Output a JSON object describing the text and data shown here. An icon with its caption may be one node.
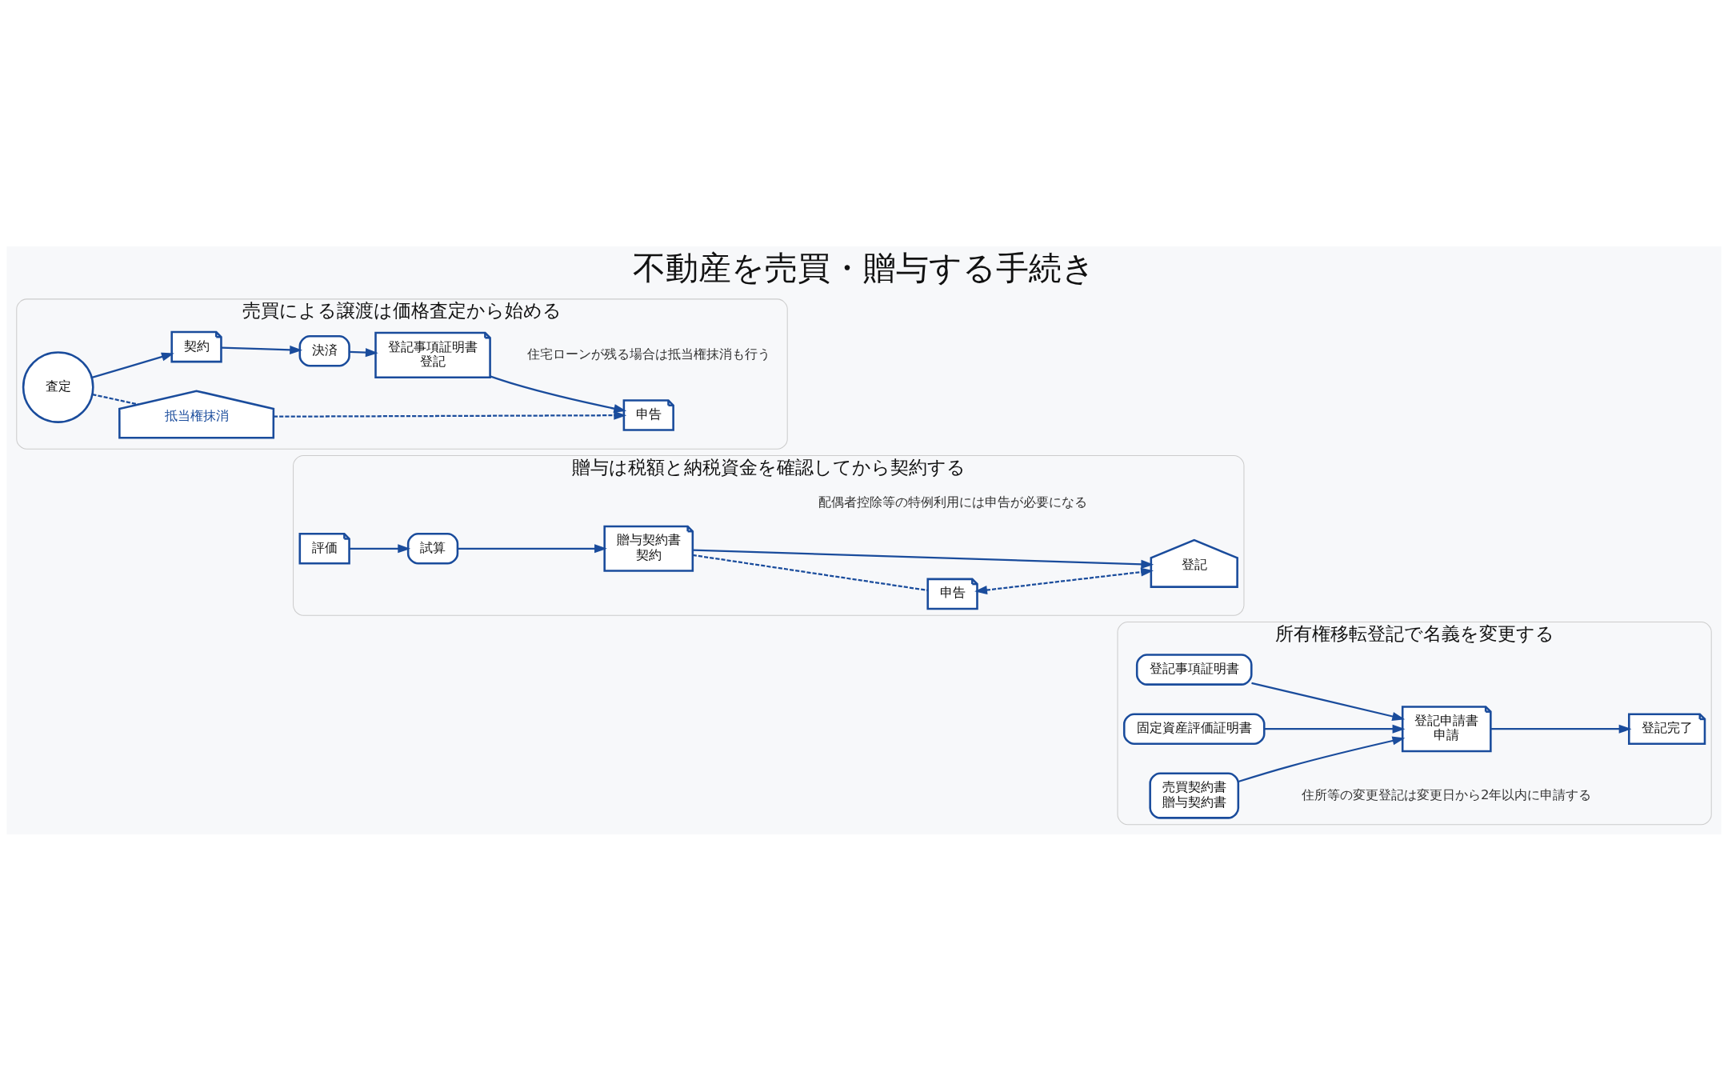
{
  "diagram": {
    "title": "不動産を売買・贈与する手続き",
    "nodes": [
      {
        "text": [
          "売買による譲渡は価格査定から始める"
        ]
      },
      {
        "text": [
          "査定"
        ],
        "in": 0
      },
      {
        "text": [
          "契約"
        ],
        "in": 0
      },
      {
        "text": [
          "決済"
        ],
        "in": 0
      },
      {
        "text": [
          "登記事項証明書",
          "登記"
        ],
        "in": 0
      },
      {
        "text": [
          "申告"
        ],
        "in": 0
      },
      {
        "text": [
          "抵当権抹消"
        ],
        "in": 0
      },
      {
        "text": [
          "贈与は税額と納税資金を確認してから契約する"
        ]
      },
      {
        "text": [
          "評価"
        ],
        "in": 7
      },
      {
        "text": [
          "試算"
        ],
        "in": 7
      },
      {
        "text": [
          "贈与契約書",
          "契約"
        ],
        "in": 7
      },
      {
        "text": [
          "登記"
        ],
        "in": 7
      },
      {
        "text": [
          "申告"
        ],
        "in": 7
      },
      {
        "text": [
          "所有権移転登記で名義を変更する"
        ]
      },
      {
        "text": [
          "登記事項証明書"
        ],
        "in": 13
      },
      {
        "text": [
          "固定資産評価証明書"
        ],
        "in": 13
      },
      {
        "text": [
          "売買契約書",
          "贈与契約書"
        ],
        "in": 13
      },
      {
        "text": [
          "登記申請書",
          "申請"
        ],
        "in": 13
      },
      {
        "text": [
          "登記完了"
        ],
        "in": 13
      }
    ],
    "edges": [
      {
        "from": 1,
        "to": 2,
        "arrow": "to"
      },
      {
        "from": 2,
        "to": 3,
        "arrow": "to"
      },
      {
        "from": 3,
        "to": 4,
        "arrow": "to"
      },
      {
        "from": 4,
        "to": 5,
        "arrow": "to"
      },
      {
        "from": 1,
        "to": 6,
        "arrow": "none",
        "style": "dashed"
      },
      {
        "from": 6,
        "to": 5,
        "arrow": "to",
        "style": "dashed"
      },
      {
        "from": 8,
        "to": 9,
        "arrow": "to"
      },
      {
        "from": 9,
        "to": 10,
        "arrow": "to"
      },
      {
        "from": 10,
        "to": 11,
        "arrow": "to"
      },
      {
        "from": 10,
        "to": 12,
        "arrow": "none",
        "style": "dashed"
      },
      {
        "from": 12,
        "to": 11,
        "arrow": "both",
        "style": "dashed"
      },
      {
        "from": 14,
        "to": 17,
        "arrow": "to"
      },
      {
        "from": 15,
        "to": 17,
        "arrow": "to"
      },
      {
        "from": 16,
        "to": 17,
        "arrow": "to"
      },
      {
        "from": 17,
        "to": 18,
        "arrow": "to"
      }
    ],
    "labels": [
      "住宅ローンが残る場合は抵当権抹消も行う",
      "配偶者控除等の特例利用には申告が必要になる",
      "住所等の変更登記は変更日から2年以内に申請する"
    ]
  }
}
